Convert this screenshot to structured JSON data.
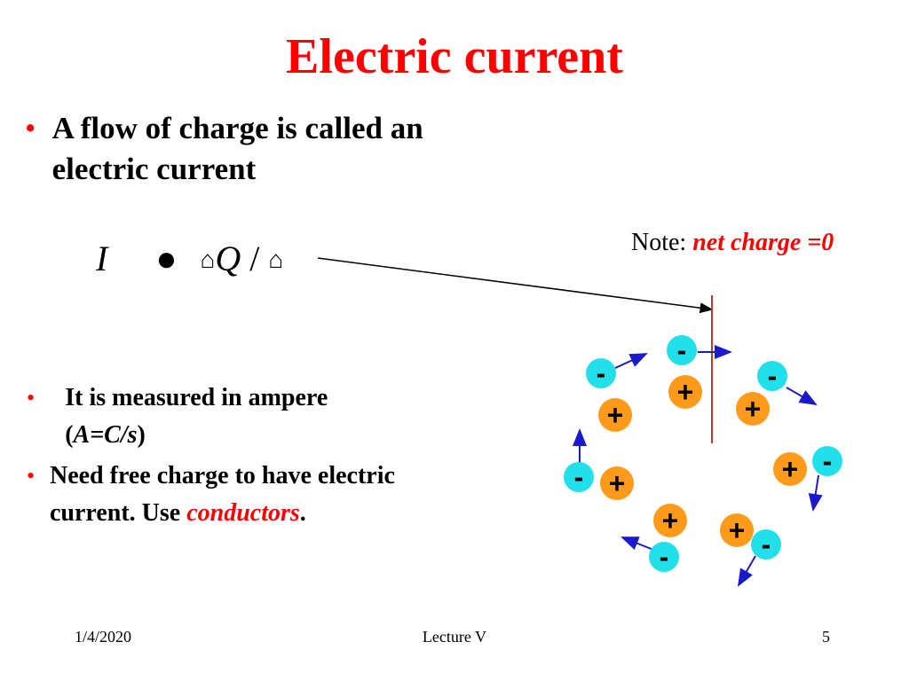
{
  "slide": {
    "title": "Electric current",
    "bullet_main": "A flow of charge is called an electric current",
    "formula": {
      "current_symbol": "I",
      "charge_symbol": "Q",
      "divider": "/"
    },
    "note": {
      "label": "Note:",
      "value": "net charge =0"
    },
    "bullets": [
      {
        "prefix": "It is measured in ampere (",
        "em": "A=C/s",
        "suffix": ")"
      },
      {
        "prefix": "Need free charge to have electric current. Use ",
        "em": "conductors",
        "suffix": "."
      }
    ],
    "footer": {
      "date": "1/4/2020",
      "lecture": "Lecture V",
      "page": "5"
    }
  },
  "diagram": {
    "negative_sign": "-",
    "positive_sign": "+",
    "colors": {
      "negative_fill": "#22e0ea",
      "positive_fill": "#ff9a1a",
      "arrow": "#1a1acc",
      "boundary_line": "#cc3333",
      "title_red": "#ff0000"
    }
  }
}
